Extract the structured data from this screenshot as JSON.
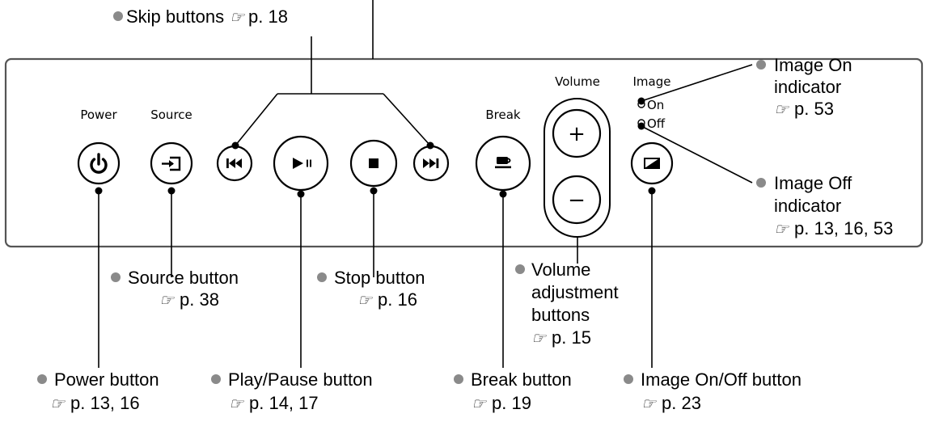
{
  "panel": {
    "labels": {
      "power": "Power",
      "source": "Source",
      "break": "Break",
      "volume": "Volume",
      "image": "Image",
      "image_on": "On",
      "image_off": "Off"
    },
    "volume_symbols": {
      "up": "+",
      "down": "−"
    }
  },
  "callouts": {
    "skip": {
      "lines": [
        "Skip buttons"
      ],
      "ref": "p. 18"
    },
    "image_on": {
      "lines": [
        "Image On",
        "indicator"
      ],
      "ref": "p. 53"
    },
    "image_off": {
      "lines": [
        "Image Off",
        "indicator"
      ],
      "ref": "p. 13, 16, 53"
    },
    "source": {
      "lines": [
        "Source button"
      ],
      "ref": "p. 38"
    },
    "stop": {
      "lines": [
        "Stop button"
      ],
      "ref": "p. 16"
    },
    "volume": {
      "lines": [
        "Volume",
        "adjustment",
        "buttons"
      ],
      "ref": "p. 15"
    },
    "power": {
      "lines": [
        "Power button"
      ],
      "ref": "p. 13, 16"
    },
    "play_pause": {
      "lines": [
        "Play/Pause button"
      ],
      "ref": "p. 14, 17"
    },
    "break": {
      "lines": [
        "Break button"
      ],
      "ref": "p. 19"
    },
    "image_onoff": {
      "lines": [
        "Image On/Off button"
      ],
      "ref": "p. 23"
    }
  },
  "icons": {
    "ref_icon": "reference-hand-icon",
    "bullet": "gray-dot"
  },
  "colors": {
    "bullet": "#8a8a8a",
    "panel_border": "#555555"
  }
}
